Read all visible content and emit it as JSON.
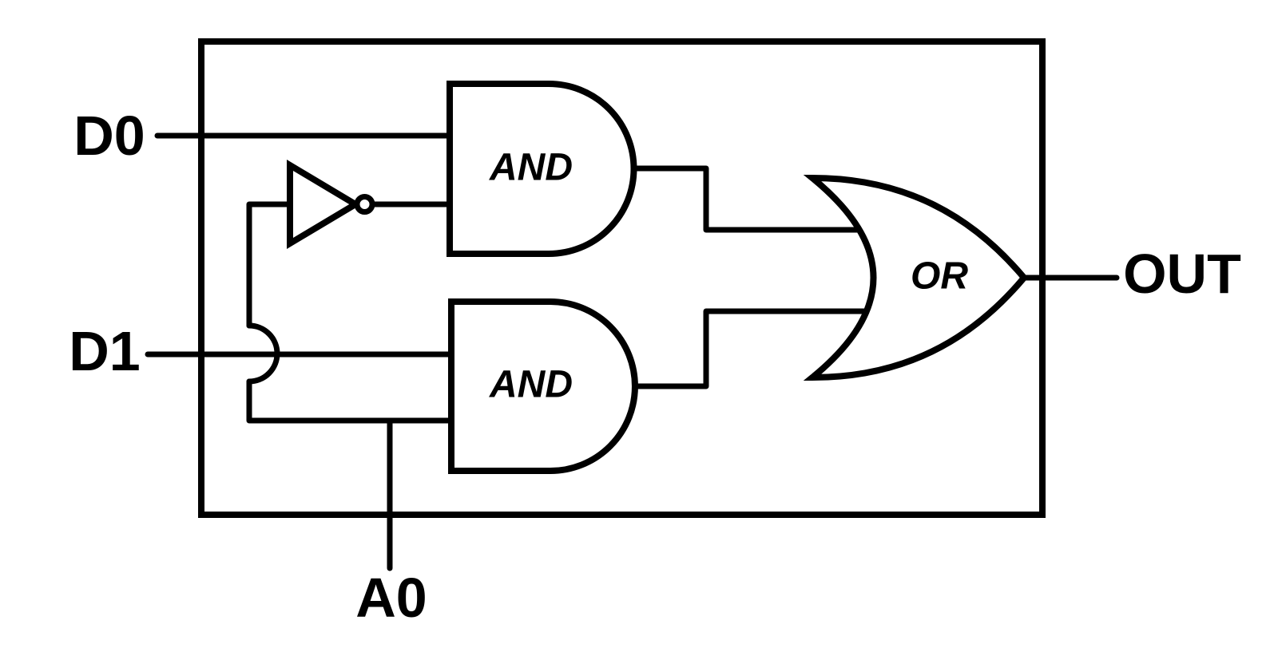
{
  "diagram": {
    "type": "logic-circuit",
    "description": "2-to-1 multiplexer: two AND gates, one inverter and one OR gate inside an IC boundary box",
    "colors": {
      "line": "#000000",
      "background": "#ffffff"
    },
    "labels": {
      "d0": "D0",
      "d1": "D1",
      "a0": "A0",
      "out": "OUT"
    },
    "gates": {
      "and_top": "AND",
      "and_bottom": "AND",
      "or": "OR"
    }
  }
}
